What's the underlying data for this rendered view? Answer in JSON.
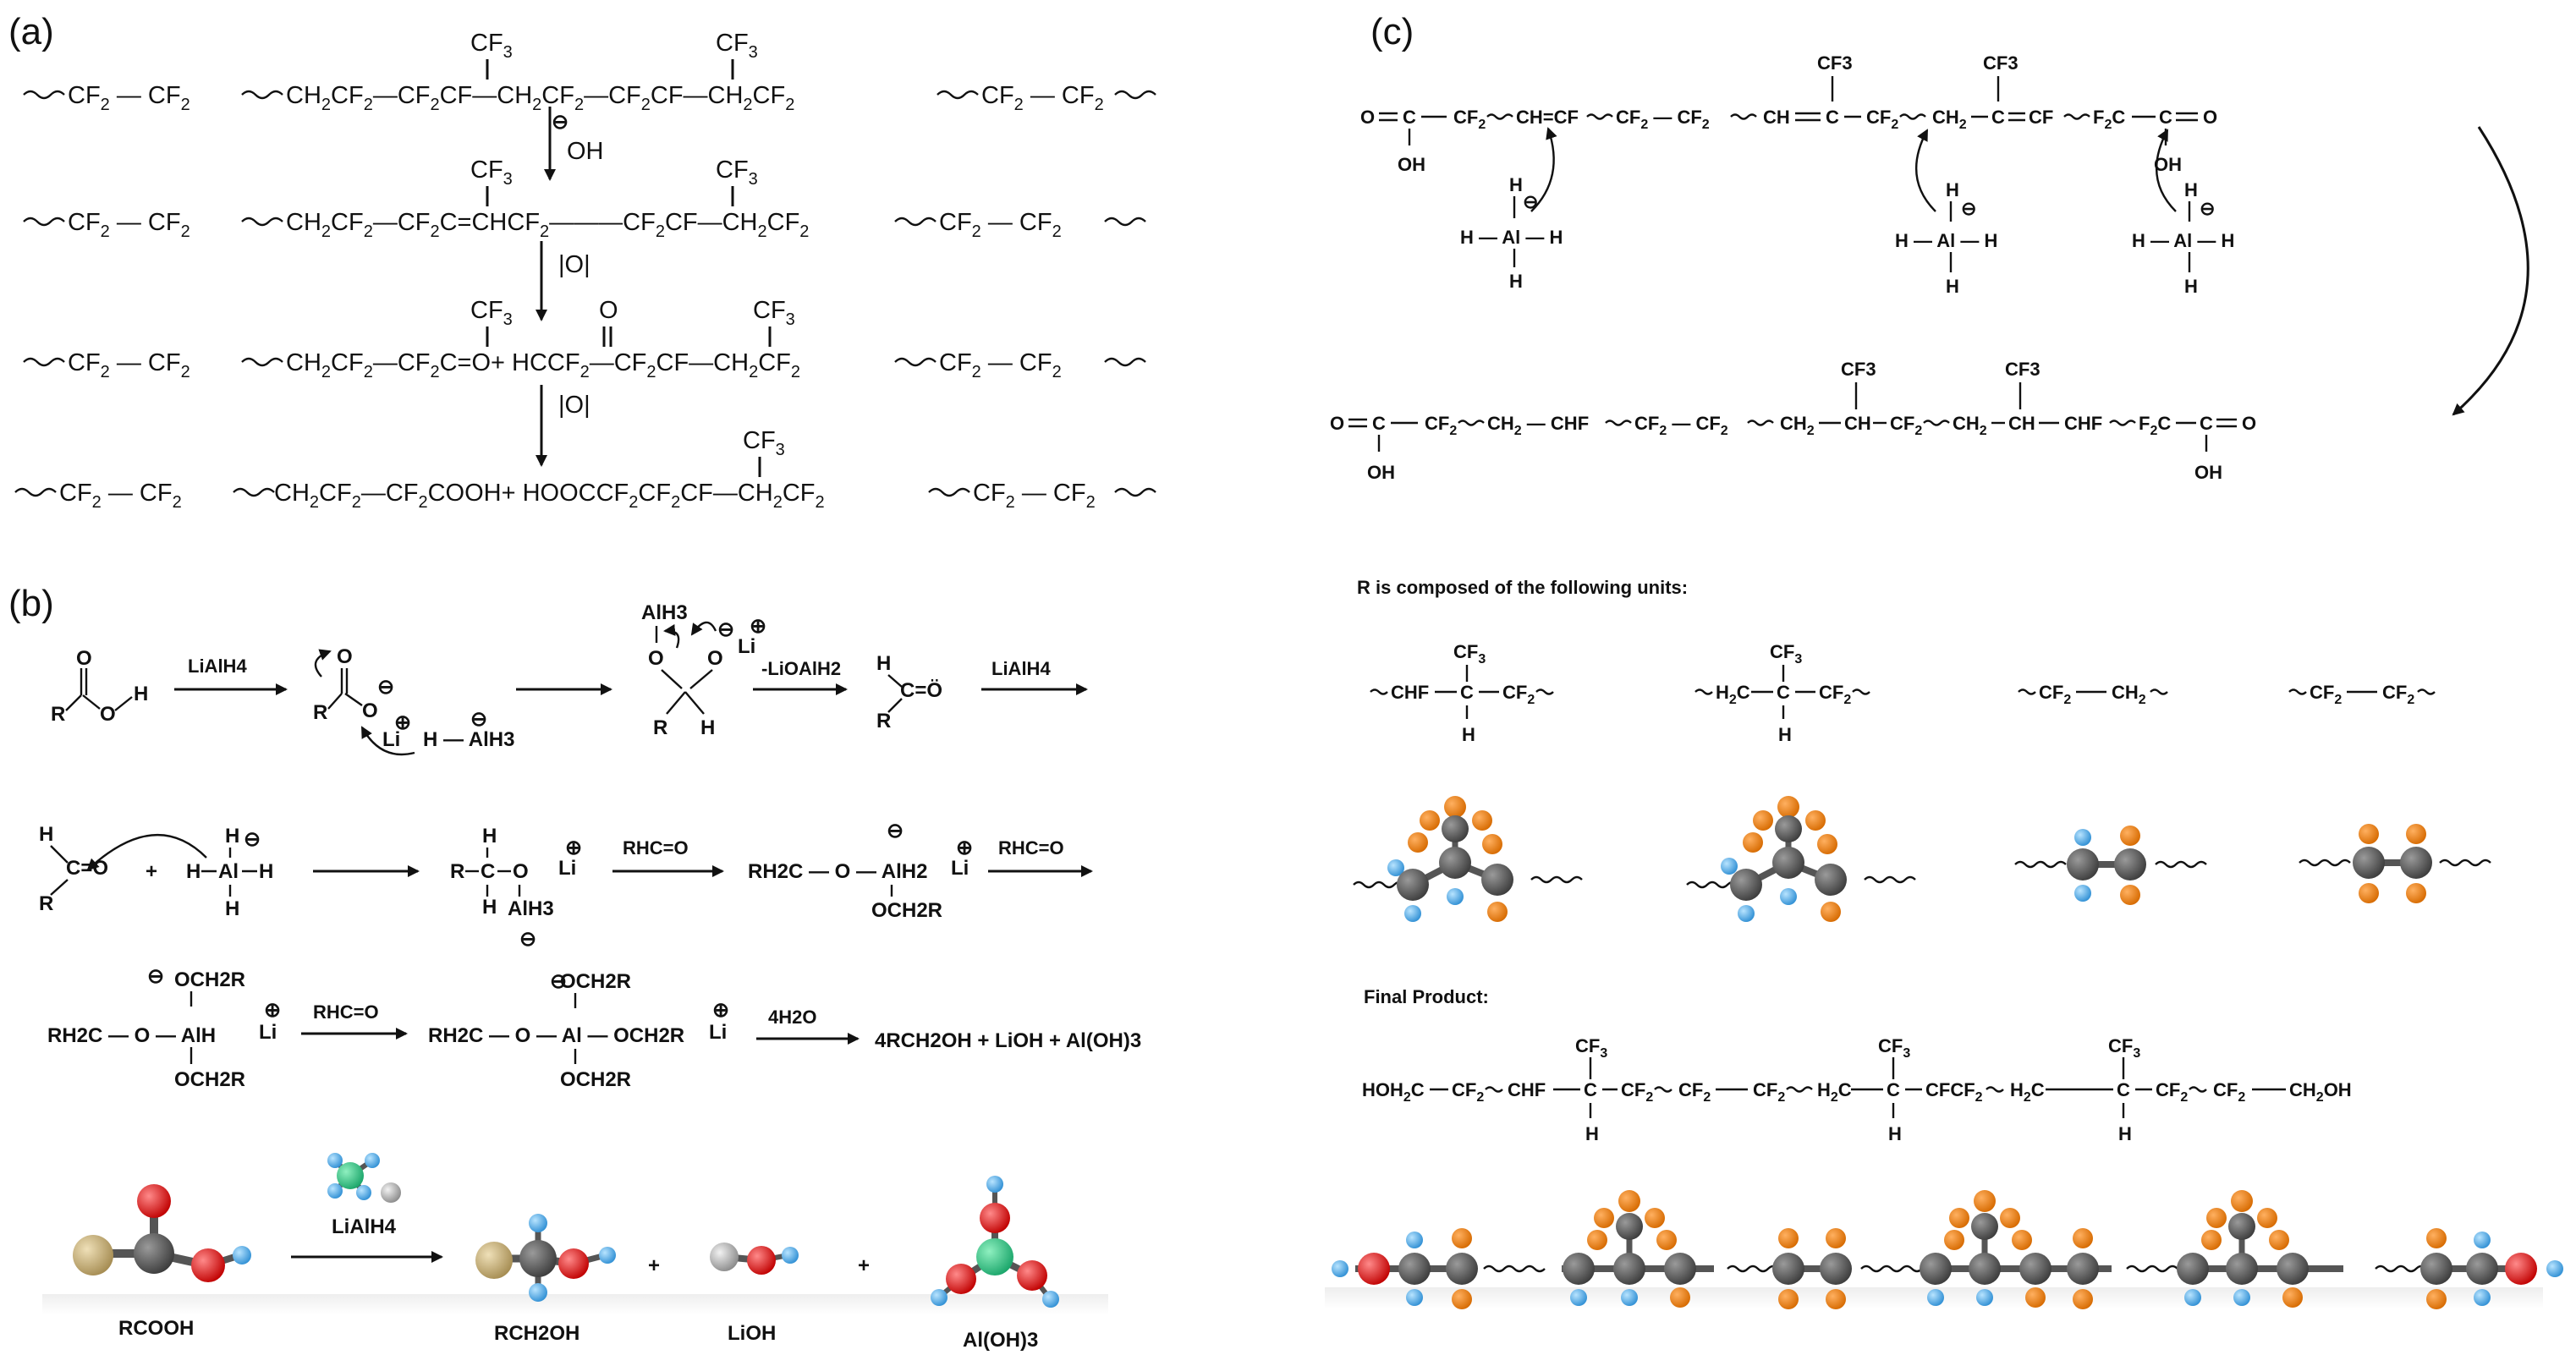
{
  "panels": {
    "a": {
      "label": "(a)",
      "rows": [
        "CF2 — CF2  CH2CF2 — CF2CF — CH2CF2 — CF2CF — CH2CF2  CF2 — CF2",
        "CF2 — CF2  CH2CF2 — CF2C=CHCF2 — CF2CF — CH2CF2  CF2 — CF2",
        "CF2 — CF2  CH2CF2 — CF2C=O+ HCCF2 — CF2CF — CH2CF2  CF2 — CF2",
        "CF2 — CF2  CH2CF2 — CF2COOH+ HOOCCF2CF2CF — CH2CF2  CF2 — CF2"
      ],
      "substituent": "CF3",
      "reagent_oh": "OH",
      "reagent_o": "|O|",
      "minus": "⊖",
      "carbonyl_o": "O"
    },
    "b": {
      "label": "(b)",
      "row1": {
        "reagent": "LiAlH4",
        "elim": "-LiOAlH2",
        "reagent2": "LiAlH4",
        "li": "Li",
        "alh3": "H — AlH3",
        "alh3_top": "AlH3",
        "aldehyde_o": "C=Ö"
      },
      "row2": {
        "rhco": "RHC=O",
        "product1": "RH2C — O — AlH2",
        "och2r": "OCH2R",
        "rhco2": "RHC=O",
        "alh3": "AlH3"
      },
      "row3": {
        "left": "RH2C — O — AlH",
        "rhco": "RHC=O",
        "mid": "RH2C — O — Al — OCH2R",
        "water": "4H2O",
        "products": "4RCH2OH  +  LiOH  +  Al(OH)3"
      },
      "models": {
        "rcooh": "RCOOH",
        "reagent": "LiAlH4",
        "rch2oh": "RCH2OH",
        "lioh": "LiOH",
        "aloh3": "Al(OH)3",
        "plus": "+"
      }
    },
    "c": {
      "label": "(c)",
      "top_chain": "O=C — CF2 CH=CF  CF2 — CF2  CH=C — CF2  CH2 — C=CF  F2C — C=O",
      "oh": "OH",
      "cf3": "CF3",
      "hydride": "H — Al — H",
      "bottom_chain": "O=C — CF2  CH2 — CHF  CF2 — CF2  CH2 — CH — CF2  CH2 — CH — CHF  F2C — C=O",
      "units_heading": "R is composed of the following units:",
      "units": [
        "CHF — C — CF2",
        "H2C — C — CF2",
        "CF2 — CH2",
        "CF2 — CF2"
      ],
      "final_heading": "Final Product:",
      "final_chain": "HOH2C — CF2 CHF — C — CF2  CF2 — CF2 H2C — C — CFCF2  H2C — C — CF2 CF2 — CH2OH"
    }
  }
}
